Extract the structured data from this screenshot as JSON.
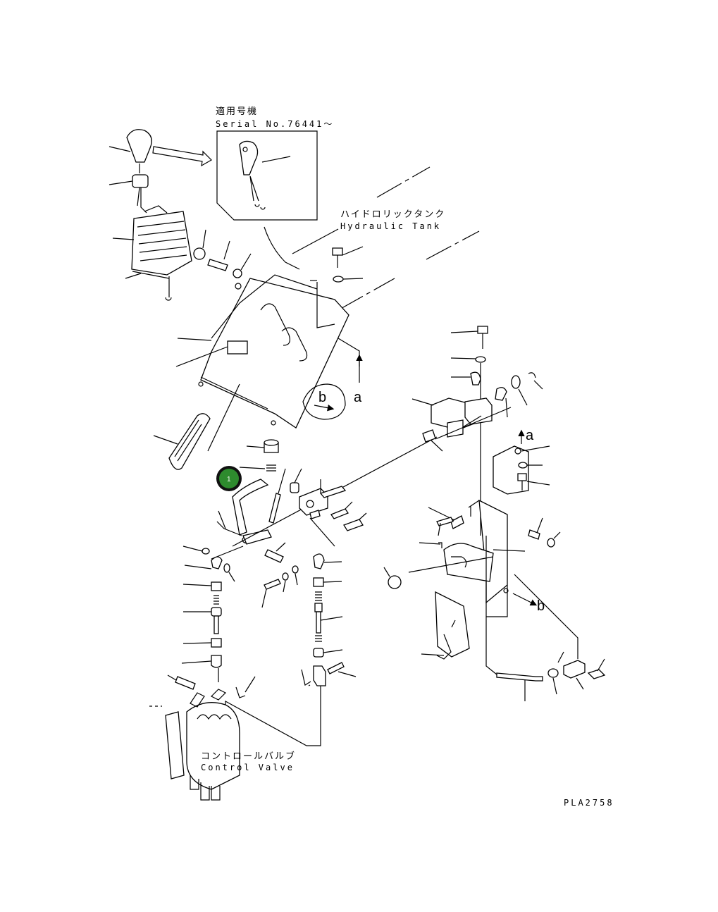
{
  "labels": {
    "serial_jp": "適用号機",
    "serial_en": "Serial No.76441～",
    "tank_jp": "ハイドロリックタンク",
    "tank_en": "Hydraulic Tank",
    "valve_jp": "コントロールバルブ",
    "valve_en": "Control Valve",
    "ref_a1": "a",
    "ref_a2": "a",
    "ref_b1": "b",
    "ref_b2": "b",
    "drawing_code": "PLA2758"
  },
  "callout": {
    "number": "1",
    "color": "#2e8b2e",
    "ring_color": "#111111"
  }
}
